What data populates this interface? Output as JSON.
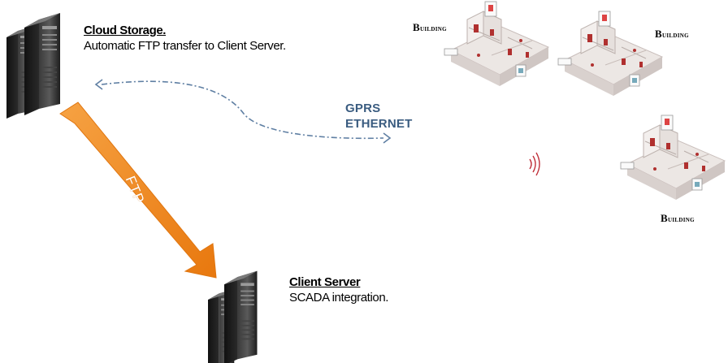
{
  "cloud": {
    "title": "Cloud Storage.",
    "subtitle": "Automatic FTP transfer to Client Server."
  },
  "client": {
    "title": "Client Server",
    "subtitle": "SCADA integration."
  },
  "network": {
    "line1": "GPRS",
    "line2": "ETHERNET"
  },
  "link": {
    "label": "FTP"
  },
  "buildings": [
    {
      "label": "Building"
    },
    {
      "label": "Building"
    },
    {
      "label": "Building"
    }
  ],
  "colors": {
    "arrow": "#f08a1e",
    "dashed_link": "#5f7fa3",
    "network_text": "#3a5c80",
    "signal": "#c0303a"
  },
  "icons": [
    "server-rack-icon",
    "house-cutaway-icon",
    "wireless-signal-icon",
    "arrow-icon"
  ]
}
